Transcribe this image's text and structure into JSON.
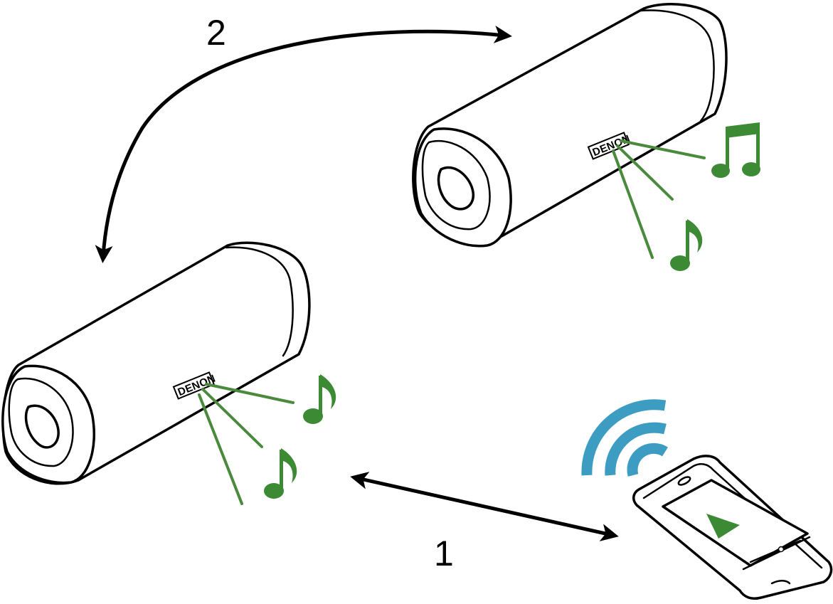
{
  "steps": {
    "step1": "1",
    "step2": "2"
  },
  "speakers": {
    "brand": "DENON"
  },
  "colors": {
    "note_green": "#3d8a35",
    "beam_green": "#4a8a3c",
    "wifi_blue": "#3d9cc2",
    "outline": "#000000"
  },
  "icons": {
    "wireless": "wireless-signal-icon",
    "play": "play-icon",
    "note": "music-note-icon"
  }
}
